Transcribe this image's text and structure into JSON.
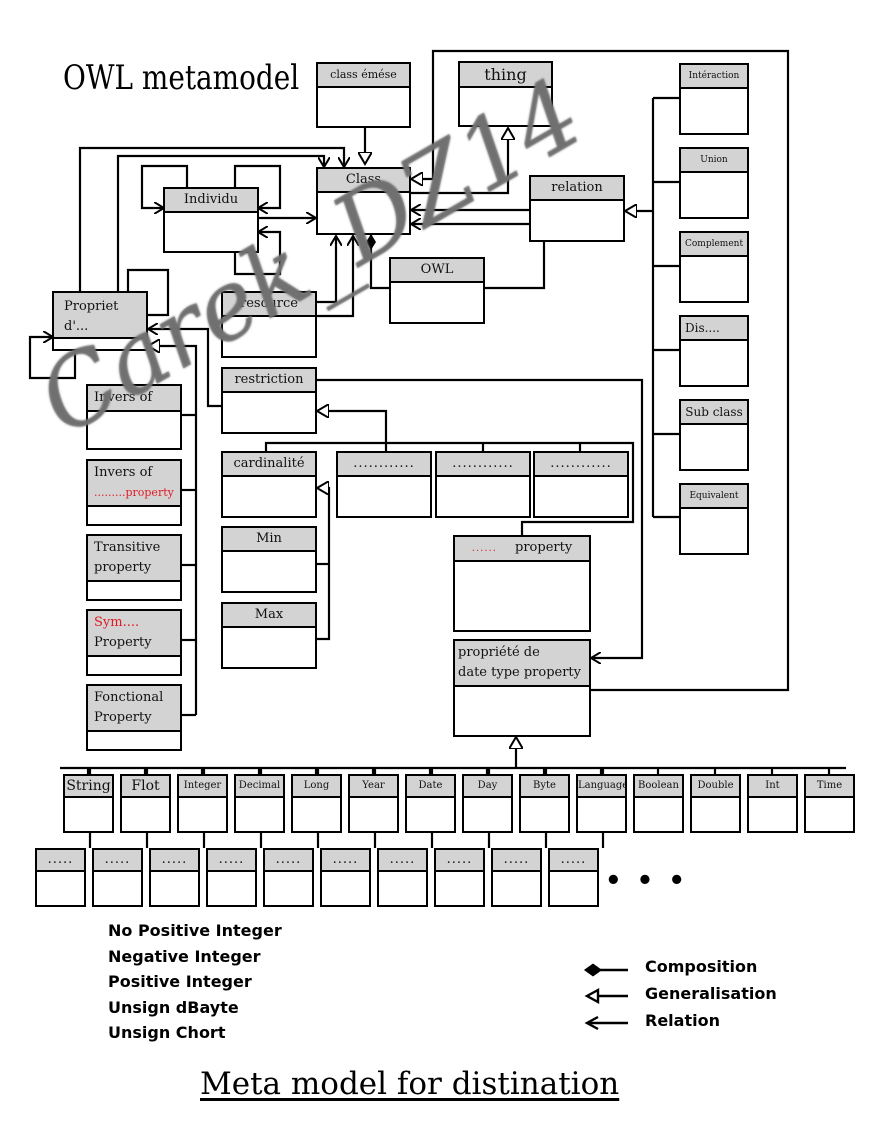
{
  "diagram": {
    "title": "OWL metamodel",
    "caption": "Meta model for distination",
    "watermark": "Carek_DZ14",
    "classes": {
      "class_emese": "class émése",
      "thing": "thing",
      "class": "Class",
      "individu": "Individu",
      "relation": "relation",
      "owl": "OWL",
      "resource": "resource",
      "propriete_line1": "Propriet",
      "propriete_line2": "d'...",
      "restriction": "restriction",
      "cardinalite": "cardinalité",
      "min": "Min",
      "max": "Max",
      "dots_property_prefix": "......",
      "dots_property_label": "property",
      "date_type_line1": "propriété de",
      "date_type_line2": "date type property",
      "restriction_children": [
        "............",
        "............",
        "............"
      ]
    },
    "relation_subtypes": [
      "Intéraction",
      "Union",
      "Complement",
      "Dis....",
      "Sub class",
      "Equivalent"
    ],
    "property_types": [
      {
        "line1": "Invers of",
        "line2": "",
        "red1": false
      },
      {
        "line1": "Invers of",
        "line2": ".........property",
        "red1": false,
        "red2": true
      },
      {
        "line1": "Transitive",
        "line2": "property",
        "red1": false
      },
      {
        "line1": "Sym....",
        "line2": "Property",
        "red1": true
      },
      {
        "line1": "Fonctional",
        "line2": "Property",
        "red1": false
      }
    ],
    "datatypes": [
      "String",
      "Flot",
      "Integer",
      "Decimal",
      "Long",
      "Year",
      "Date",
      "Day",
      "Byte",
      "Language",
      "Boolean",
      "Double",
      "Int",
      "Time"
    ],
    "datatype_subtypes": [
      ".....",
      ".....",
      ".....",
      ".....",
      ".....",
      ".....",
      ".....",
      ".....",
      ".....",
      "....."
    ],
    "more_indicator": "• • •",
    "extra_types": [
      "No Positive Integer",
      "Negative Integer",
      "Positive Integer",
      "Unsign dBayte",
      "Unsign Chort"
    ],
    "legend": [
      {
        "symbol": "filled-diamond",
        "label": "Composition"
      },
      {
        "symbol": "hollow-triangle",
        "label": "Generalisation"
      },
      {
        "symbol": "open-arrow",
        "label": "Relation"
      }
    ]
  }
}
